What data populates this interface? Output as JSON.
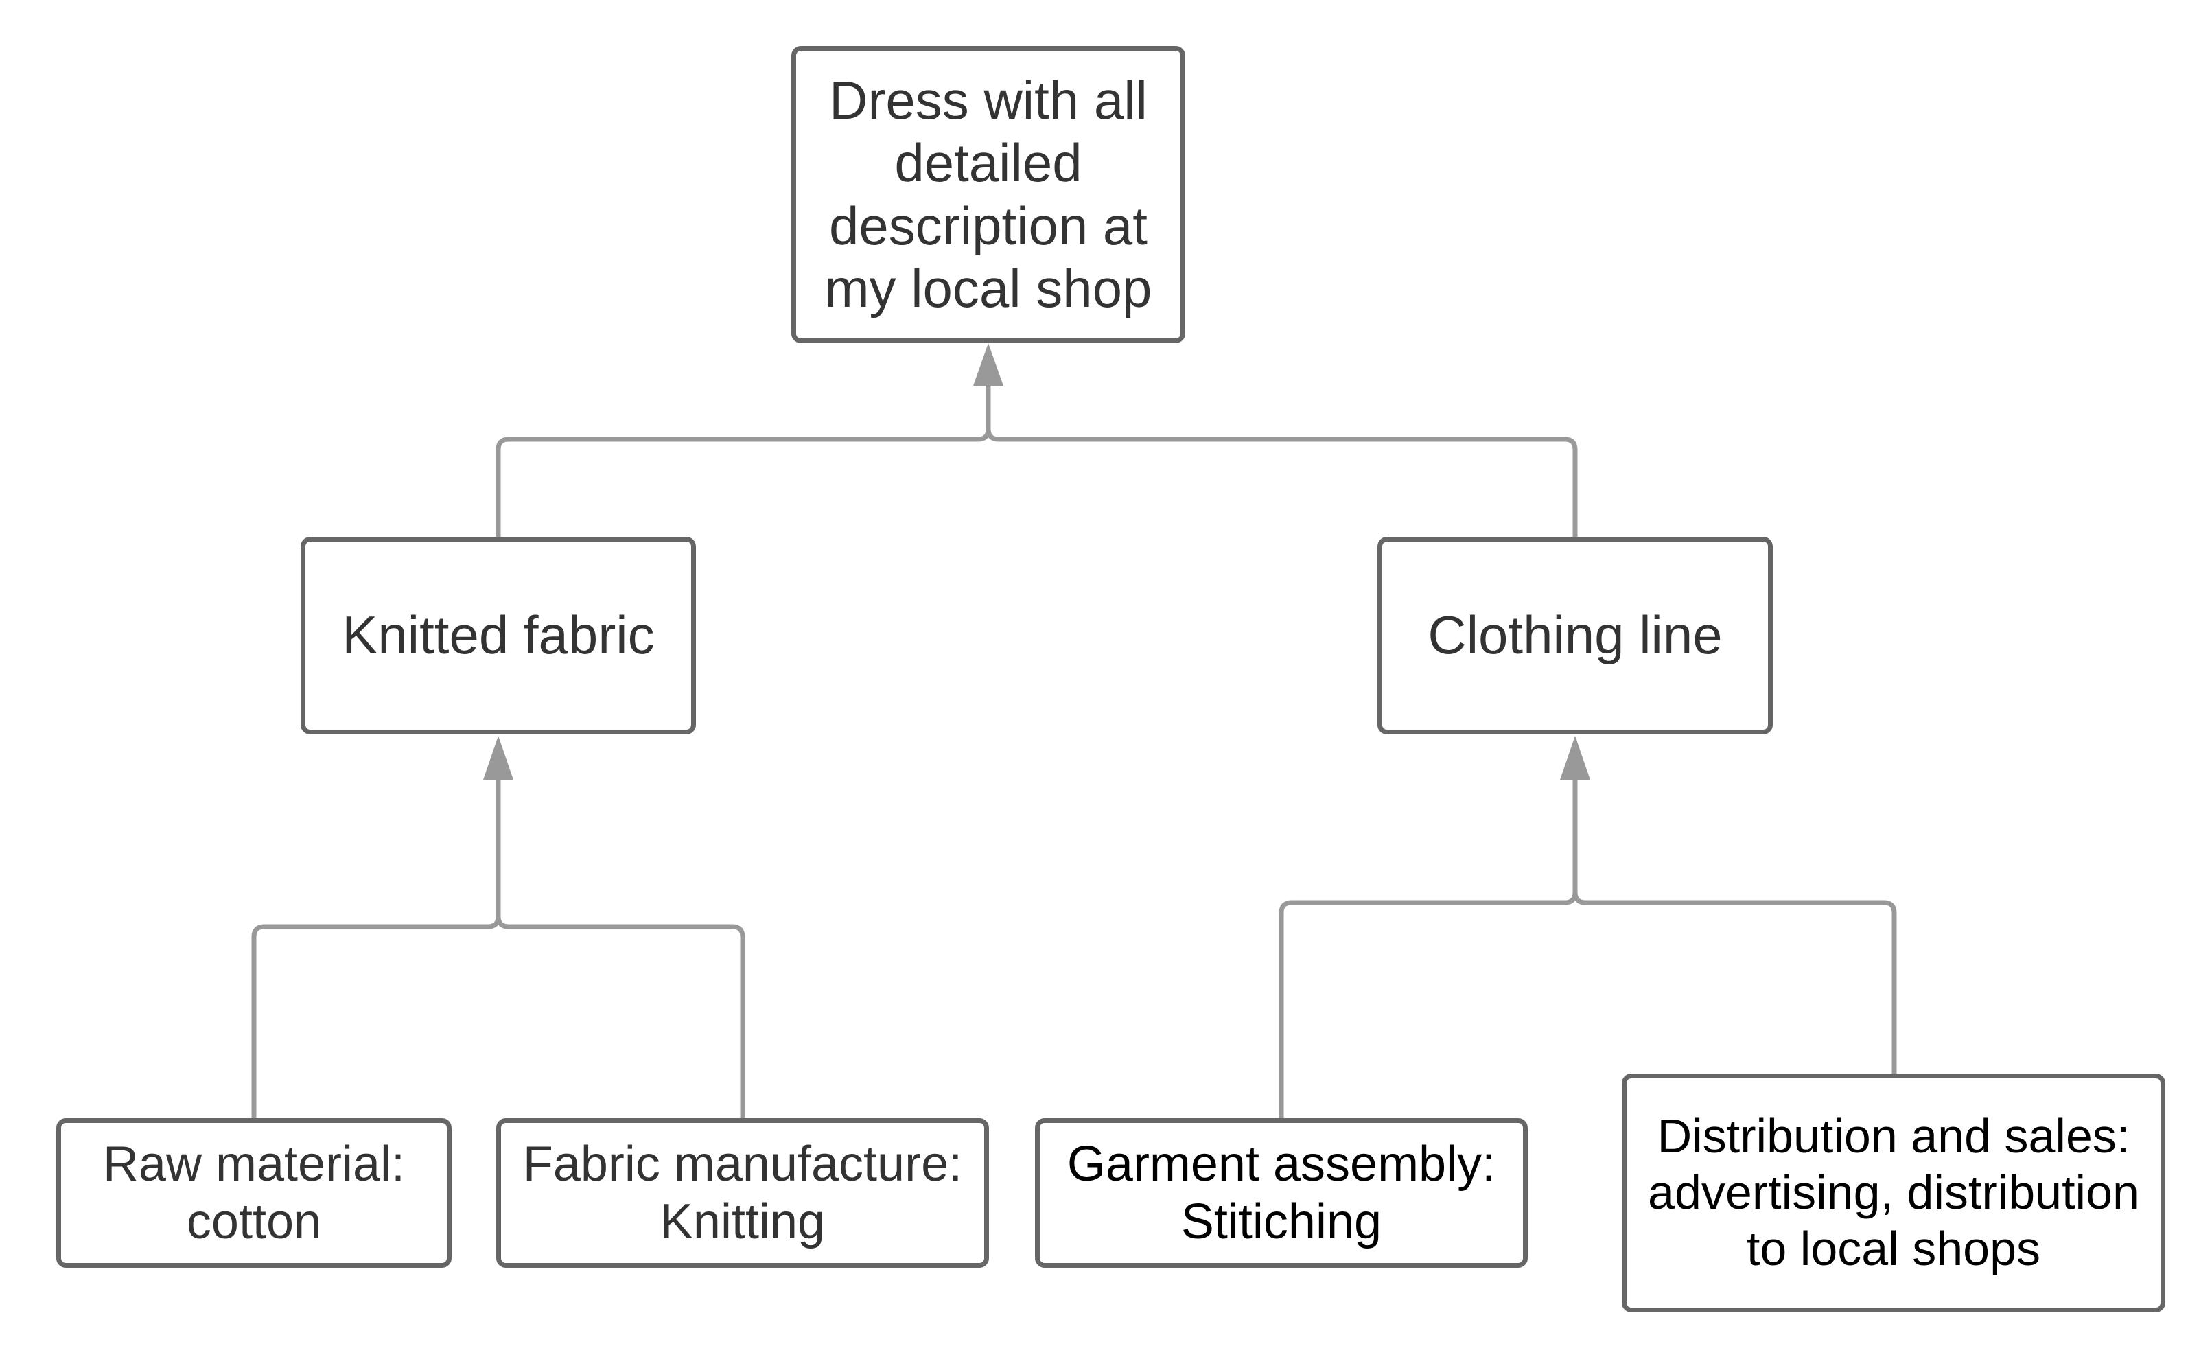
{
  "diagram": {
    "nodes": {
      "root": {
        "label": "Dress with all\ndetailed\ndescription at\nmy local shop"
      },
      "knitted_fabric": {
        "label": "Knitted fabric"
      },
      "clothing_line": {
        "label": "Clothing line"
      },
      "raw_material": {
        "label": "Raw material:\ncotton"
      },
      "fabric_manufacture": {
        "label": "Fabric manufacture:\nKnitting"
      },
      "garment_assembly": {
        "label": "Garment assembly:\nStitiching"
      },
      "distribution_sales": {
        "label": "Distribution and sales:\nadvertising, distribution\nto local shops"
      }
    },
    "edges": [
      {
        "from": "knitted_fabric",
        "to": "root"
      },
      {
        "from": "clothing_line",
        "to": "root"
      },
      {
        "from": "raw_material",
        "to": "knitted_fabric"
      },
      {
        "from": "fabric_manufacture",
        "to": "knitted_fabric"
      },
      {
        "from": "garment_assembly",
        "to": "clothing_line"
      },
      {
        "from": "distribution_sales",
        "to": "clothing_line"
      }
    ],
    "colors": {
      "node_border": "#666666",
      "connector": "#999999",
      "text": "#333333"
    }
  }
}
